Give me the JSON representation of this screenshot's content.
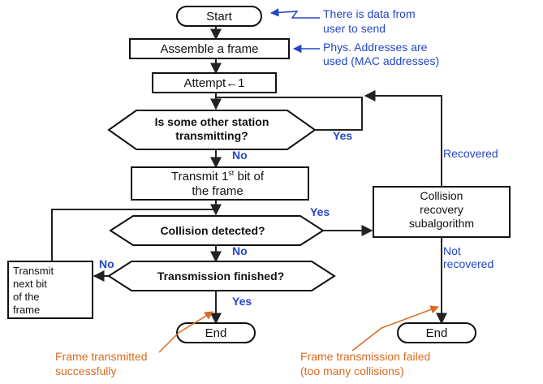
{
  "nodes": {
    "start": "Start",
    "assemble": "Assemble a frame",
    "attempt": "Attempt←1",
    "is_transmitting_1": "Is some other station",
    "is_transmitting_2": "transmitting?",
    "transmit_first_1": "Transmit 1",
    "transmit_first_sup": "st",
    "transmit_first_2": " bit of",
    "transmit_first_3": "the frame",
    "collision_detected": "Collision detected?",
    "transmission_finished": "Transmission finished?",
    "transmit_next_1": "Transmit",
    "transmit_next_2": "next bit",
    "transmit_next_3": "of the",
    "transmit_next_4": "frame",
    "recovery_1": "Collision",
    "recovery_2": "recovery",
    "recovery_3": "subalgorithm",
    "end_left": "End",
    "end_right": "End"
  },
  "edge_labels": {
    "yes_transmitting": "Yes",
    "no_transmitting": "No",
    "yes_collision": "Yes",
    "no_collision": "No",
    "no_finished": "No",
    "yes_finished": "Yes",
    "recovered": "Recovered",
    "not_recovered_1": "Not",
    "not_recovered_2": "recovered"
  },
  "annotations": {
    "start_note_1": "There is data from",
    "start_note_2": "user to send",
    "assemble_note_1": "Phys. Addresses are",
    "assemble_note_2": "used (MAC addresses)",
    "success_note_1": "Frame transmitted",
    "success_note_2": "successfully",
    "fail_note_1": "Frame transmission failed",
    "fail_note_2": "(too many collisions)"
  },
  "colors": {
    "annotation_blue": "#2546c8",
    "annotation_orange": "#d96a1e"
  }
}
